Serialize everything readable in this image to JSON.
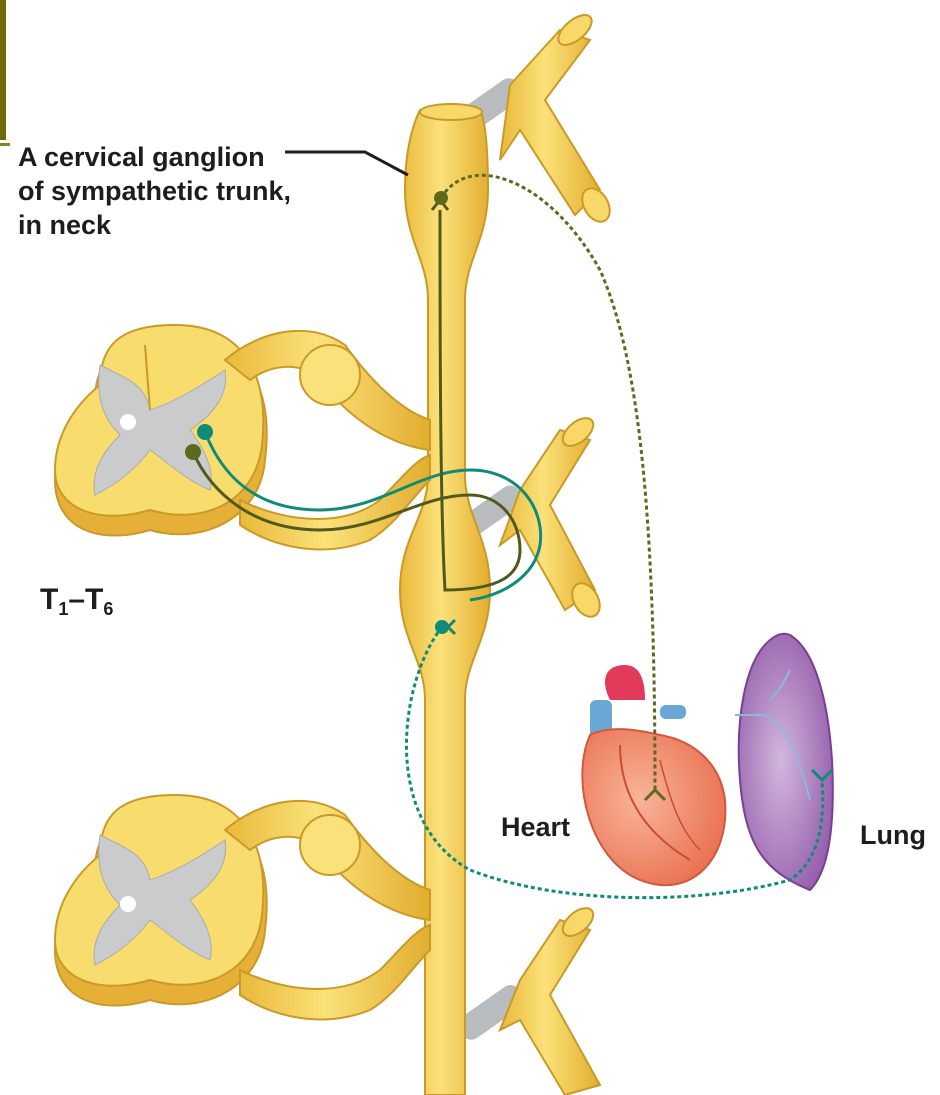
{
  "labels": {
    "ganglion": [
      "A cervical ganglion",
      "of sympathetic trunk,",
      "in neck"
    ],
    "level": {
      "t1": "T",
      "sub1": "1",
      "dash": "–",
      "t6": "T",
      "sub6": "6"
    },
    "heart": "Heart",
    "lung": "Lung"
  },
  "colors": {
    "nerve": "#f0c94a",
    "nerve_dark": "#d9a82a",
    "gray_matter": "#c9cbcd",
    "preganglionic": "#0f8b78",
    "postganglionic": "#5d6a1e",
    "heart": "#f2886a",
    "lung": "#a06fb3",
    "accent": "#6f6a06"
  }
}
